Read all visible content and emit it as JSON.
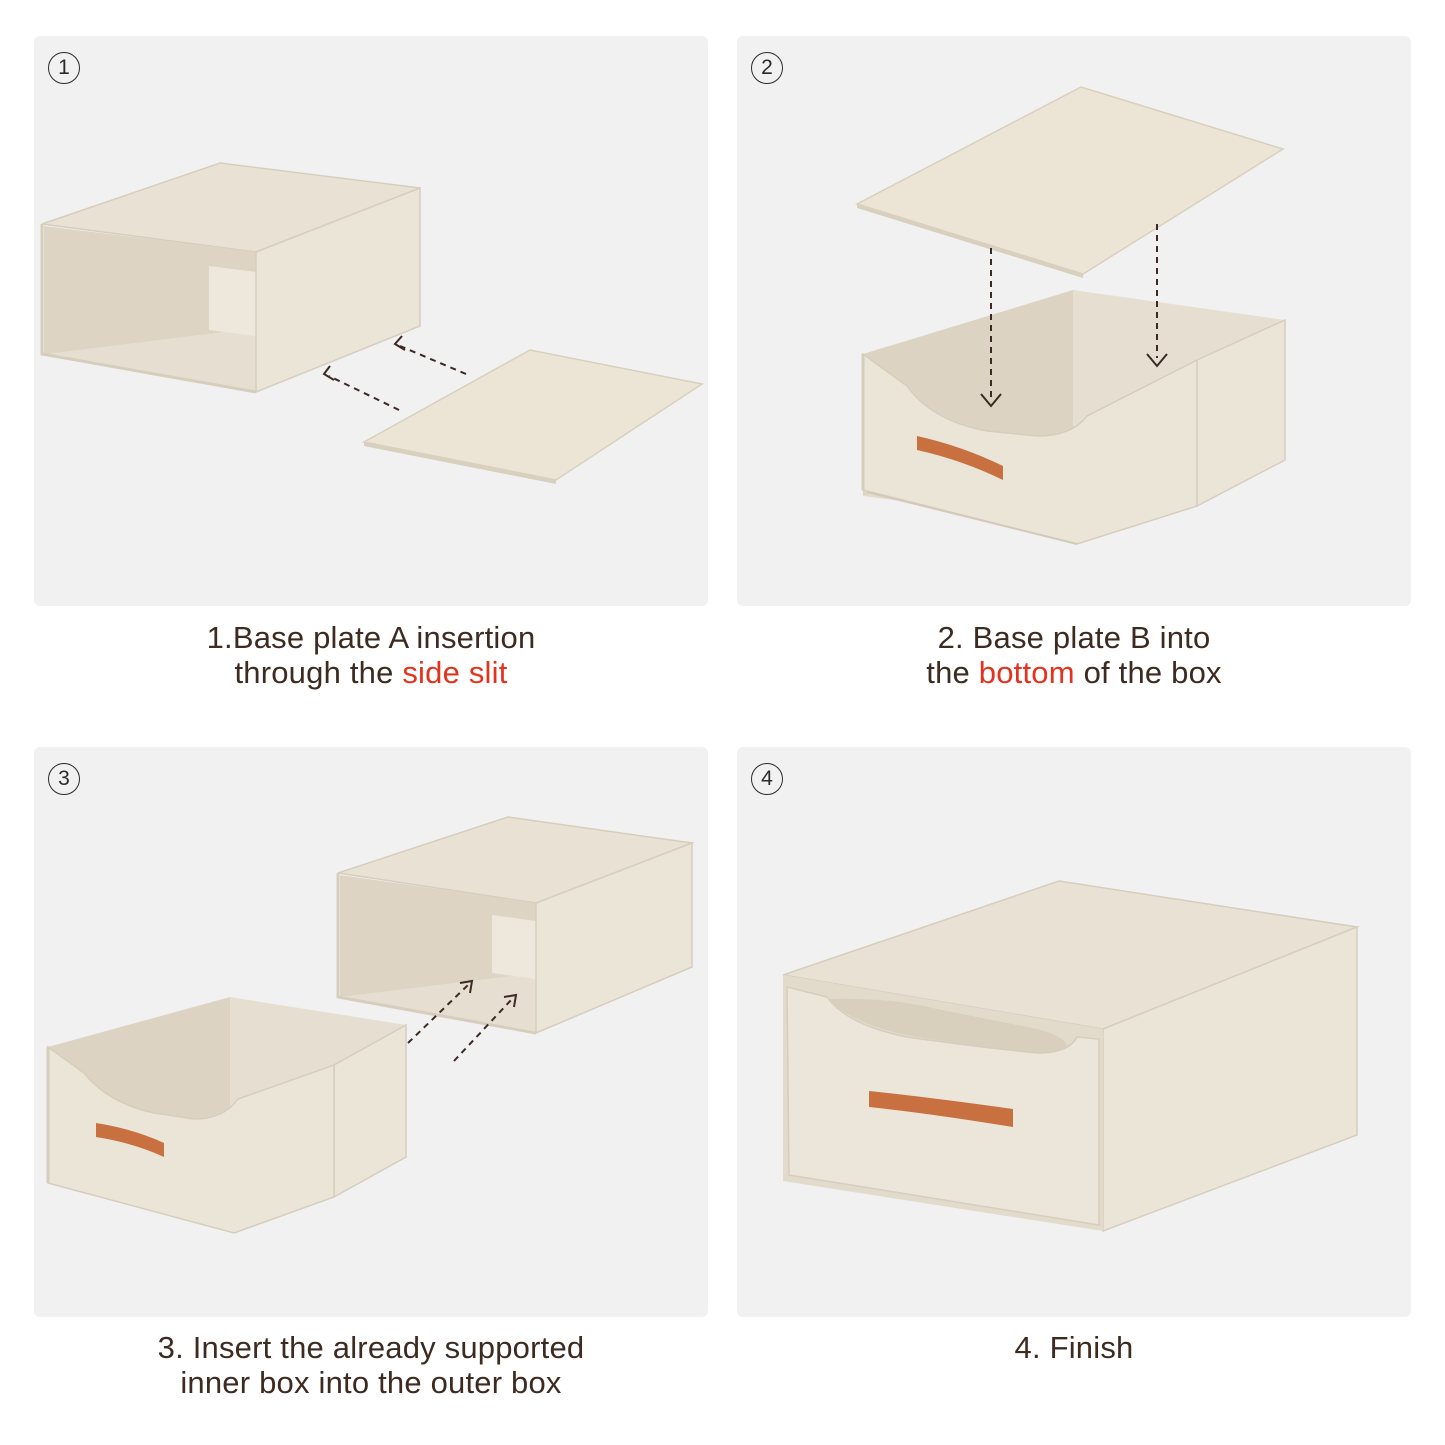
{
  "steps": [
    {
      "number": "1",
      "caption_line1": "1.Base plate A insertion",
      "caption_line2_pre": "through the ",
      "caption_line2_highlight": "side slit",
      "caption_line2_post": ""
    },
    {
      "number": "2",
      "caption_line1": "2. Base plate B into",
      "caption_line2_pre": "the ",
      "caption_line2_highlight": "bottom",
      "caption_line2_post": " of the box"
    },
    {
      "number": "3",
      "caption_line1": "3. Insert the already supported",
      "caption_line2_pre": "inner box into the outer box",
      "caption_line2_highlight": "",
      "caption_line2_post": ""
    },
    {
      "number": "4",
      "caption_line1": "4. Finish",
      "caption_line2_pre": "",
      "caption_line2_highlight": "",
      "caption_line2_post": ""
    }
  ],
  "colors": {
    "panel_bg": "#f1f1f1",
    "box_front": "#ece6da",
    "box_top": "#e9e2d4",
    "box_inner": "#ded6c6",
    "handle": "#c8703f",
    "caption_text": "#3d2a20",
    "highlight": "#e5321c"
  }
}
